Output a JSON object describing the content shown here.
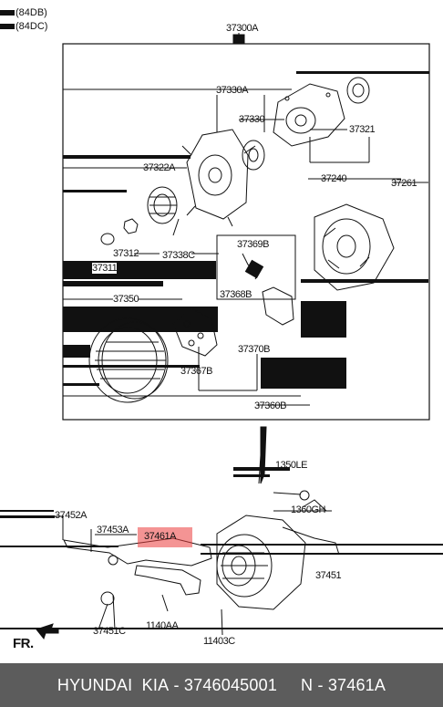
{
  "variants": [
    "(84DB)",
    "(84DC)"
  ],
  "callouts": {
    "c37300A": "37300A",
    "c37330A": "37330A",
    "c37330": "37330",
    "c37321": "37321",
    "c37322A": "37322A",
    "c37240": "37240",
    "c37261": "37261",
    "c37312": "37312",
    "c37338C": "37338C",
    "c37369B": "37369B",
    "c37311": "37311",
    "c37368B": "37368B",
    "c37350": "37350",
    "c37370B": "37370B",
    "c37367B": "37367B",
    "c37360B": "37360B",
    "c1350LE": "1350LE",
    "c1360GH": "1360GH",
    "c37452A": "37452A",
    "c37453A": "37453A",
    "c37461A": "37461A",
    "c37451C": "37451C",
    "c1140AA": "1140AA",
    "c11403C": "11403C",
    "c37451": "37451"
  },
  "front_marker": "FR.",
  "footer": {
    "brand": "HYUNDAI  KIA",
    "part_number": "3746045001",
    "ref": "N - 37461A"
  },
  "colors": {
    "highlight": "#eb3c3c",
    "footer_bg": "#5c5c5c",
    "footer_text": "#ffffff"
  }
}
